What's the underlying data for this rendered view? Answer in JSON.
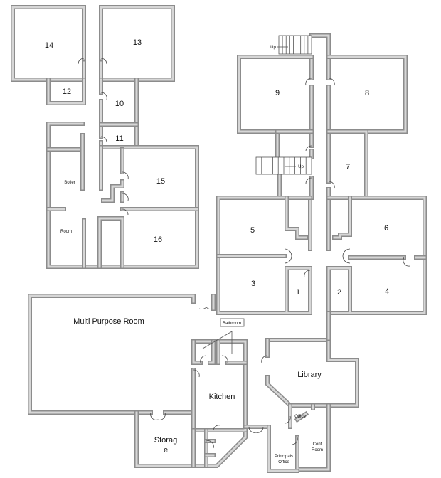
{
  "floor_plan": {
    "rooms": {
      "r14": "14",
      "r13": "13",
      "r12": "12",
      "r10": "10",
      "r11": "11",
      "r15": "15",
      "r16": "16",
      "boiler": "Boiler",
      "room": "Room",
      "r9": "9",
      "r8": "8",
      "r7": "7",
      "r5": "5",
      "r6": "6",
      "r3": "3",
      "r4": "4",
      "r1": "1",
      "r2": "2",
      "multi_purpose": "Multi Purpose Room",
      "bathroom": "Bathroom",
      "library": "Library",
      "kitchen": "Kitchen",
      "storage_line1": "Storag",
      "storage_line2": "e",
      "office": "Office",
      "conf_line1": "Conf",
      "conf_line2": "Room",
      "principals_line1": "Principals",
      "principals_line2": "Office"
    },
    "stairs": {
      "upper_label": "Up",
      "middle_label": "Up"
    },
    "colors": {
      "wall": "#8c8c8c",
      "wall_fill": "#d6d6d6"
    }
  }
}
